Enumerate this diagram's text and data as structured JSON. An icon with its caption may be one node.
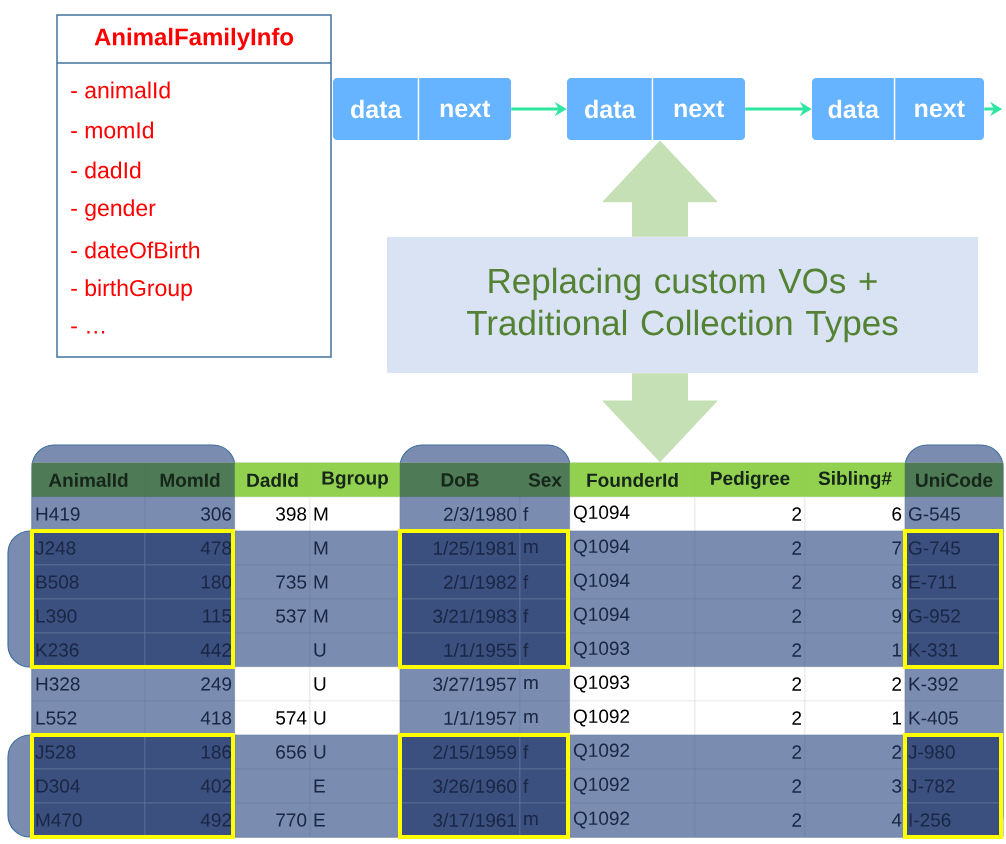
{
  "diagram": {
    "nodes": [
      {
        "text": [
          "AnimalFamilyInfo",
          "- animalId",
          "- momId",
          "- dadId",
          "- gender",
          "- dateOfBirth",
          "- birthGroup",
          "- …"
        ]
      },
      {
        "text": [
          "data",
          "next"
        ]
      },
      {
        "text": [
          "data",
          "next"
        ]
      },
      {
        "text": [
          "data",
          "next"
        ]
      },
      {
        "text": [
          "Replacing custom VOs + Traditional Collection Types"
        ]
      },
      {
        "text": [],
        "shape": "box"
      }
    ],
    "edges": [
      {
        "from": 1,
        "to": 2,
        "arrow": "to"
      },
      {
        "from": 2,
        "to": 3,
        "arrow": "to"
      },
      {
        "from": 3,
        "to": null,
        "arrow": "to"
      },
      {
        "from": 4,
        "to": 2,
        "arrow": "to",
        "style": "thick",
        "color": "#c5e0b4"
      },
      {
        "from": 4,
        "to": 5,
        "arrow": "to",
        "style": "thick",
        "color": "#c5e0b4"
      }
    ],
    "labels": [
      "AnimalId",
      "MomId",
      "DadId",
      "Bgroup",
      "DoB",
      "Sex",
      "FounderId",
      "Pedigree",
      "Sibling#",
      "UniCode",
      "H419",
      "306",
      "398",
      "M",
      "2/3/1980",
      "f",
      "Q1094",
      "2",
      "6",
      "G-545",
      "J248",
      "478",
      "M",
      "1/25/1981",
      "m",
      "Q1094",
      "2",
      "7",
      "G-745",
      "B508",
      "180",
      "735",
      "M",
      "2/1/1982",
      "f",
      "Q1094",
      "2",
      "8",
      "E-711",
      "L390",
      "115",
      "537",
      "M",
      "3/21/1983",
      "f",
      "Q1094",
      "2",
      "9",
      "G-952",
      "K236",
      "442",
      "U",
      "1/1/1955",
      "f",
      "Q1093",
      "2",
      "1",
      "K-331",
      "H328",
      "249",
      "U",
      "3/27/1957",
      "m",
      "Q1093",
      "2",
      "2",
      "K-392",
      "L552",
      "418",
      "574",
      "U",
      "1/1/1957",
      "m",
      "Q1092",
      "2",
      "1",
      "K-405",
      "J528",
      "186",
      "656",
      "U",
      "2/15/1959",
      "f",
      "Q1092",
      "2",
      "2",
      "J-980",
      "D304",
      "402",
      "E",
      "3/26/1960",
      "f",
      "Q1092",
      "2",
      "3",
      "J-782",
      "M470",
      "492",
      "770",
      "E",
      "3/17/1961",
      "m",
      "Q1092",
      "2",
      "4",
      "I-256"
    ]
  }
}
